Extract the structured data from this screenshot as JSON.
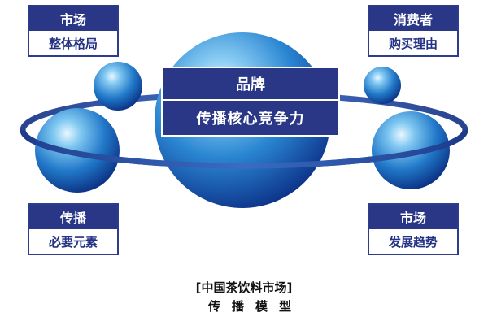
{
  "center": {
    "line1": "品牌",
    "line2": "传播核心竞争力"
  },
  "boxes": {
    "top_left": {
      "header": "市场",
      "sub": "整体格局"
    },
    "top_right": {
      "header": "消费者",
      "sub": "购买理由"
    },
    "bottom_left": {
      "header": "传播",
      "sub": "必要元素"
    },
    "bottom_right": {
      "header": "市场",
      "sub": "发展趋势"
    }
  },
  "caption": {
    "line1": "[中国茶饮料市场]",
    "line2": "传播模型"
  },
  "colors": {
    "navy": "#2a3787",
    "sphere_light": "#8fd0f5",
    "sphere_mid": "#2a86d2",
    "sphere_dark": "#0c2f86"
  }
}
